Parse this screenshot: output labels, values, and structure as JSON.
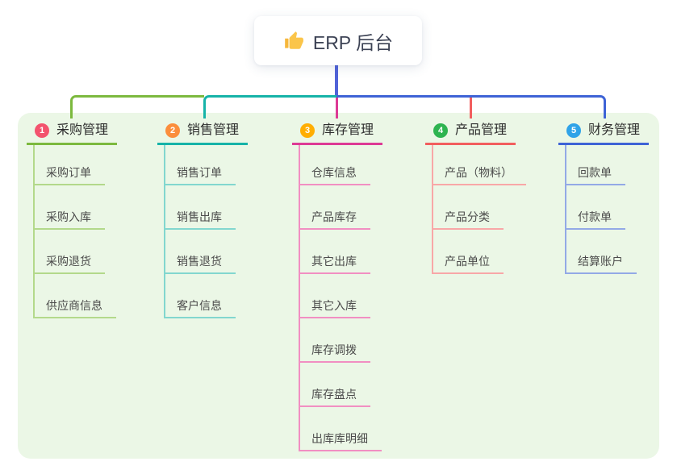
{
  "root": {
    "title": "ERP 后台",
    "icon": "thumbs-up-icon"
  },
  "canvas": {
    "page_bg": "#ffffff",
    "panel_bg": "#ebf7e6"
  },
  "connectors": {
    "root_line": "#5163d8"
  },
  "branches": [
    {
      "index": "1",
      "label": "采购管理",
      "colors": {
        "badge": "#f3536e",
        "main": "#7cb93e",
        "light": "#b3d98b"
      },
      "children": [
        "采购订单",
        "采购入库",
        "采购退货",
        "供应商信息"
      ]
    },
    {
      "index": "2",
      "label": "销售管理",
      "colors": {
        "badge": "#fb8e3c",
        "main": "#16b3a8",
        "light": "#82d7cf"
      },
      "children": [
        "销售订单",
        "销售出库",
        "销售退货",
        "客户信息"
      ]
    },
    {
      "index": "3",
      "label": "库存管理",
      "colors": {
        "badge": "#ffae02",
        "main": "#dd3a95",
        "light": "#f18fc2"
      },
      "children": [
        "仓库信息",
        "产品库存",
        "其它出库",
        "其它入库",
        "库存调拨",
        "库存盘点",
        "出库库明细"
      ]
    },
    {
      "index": "4",
      "label": "产品管理",
      "colors": {
        "badge": "#2eb450",
        "main": "#f25e5e",
        "light": "#f8a7a7"
      },
      "children": [
        "产品（物料）",
        "产品分类",
        "产品单位"
      ]
    },
    {
      "index": "5",
      "label": "财务管理",
      "colors": {
        "badge": "#2fa3e8",
        "main": "#3e63d6",
        "light": "#93a9e6"
      },
      "children": [
        "回款单",
        "付款单",
        "结算账户"
      ]
    }
  ]
}
